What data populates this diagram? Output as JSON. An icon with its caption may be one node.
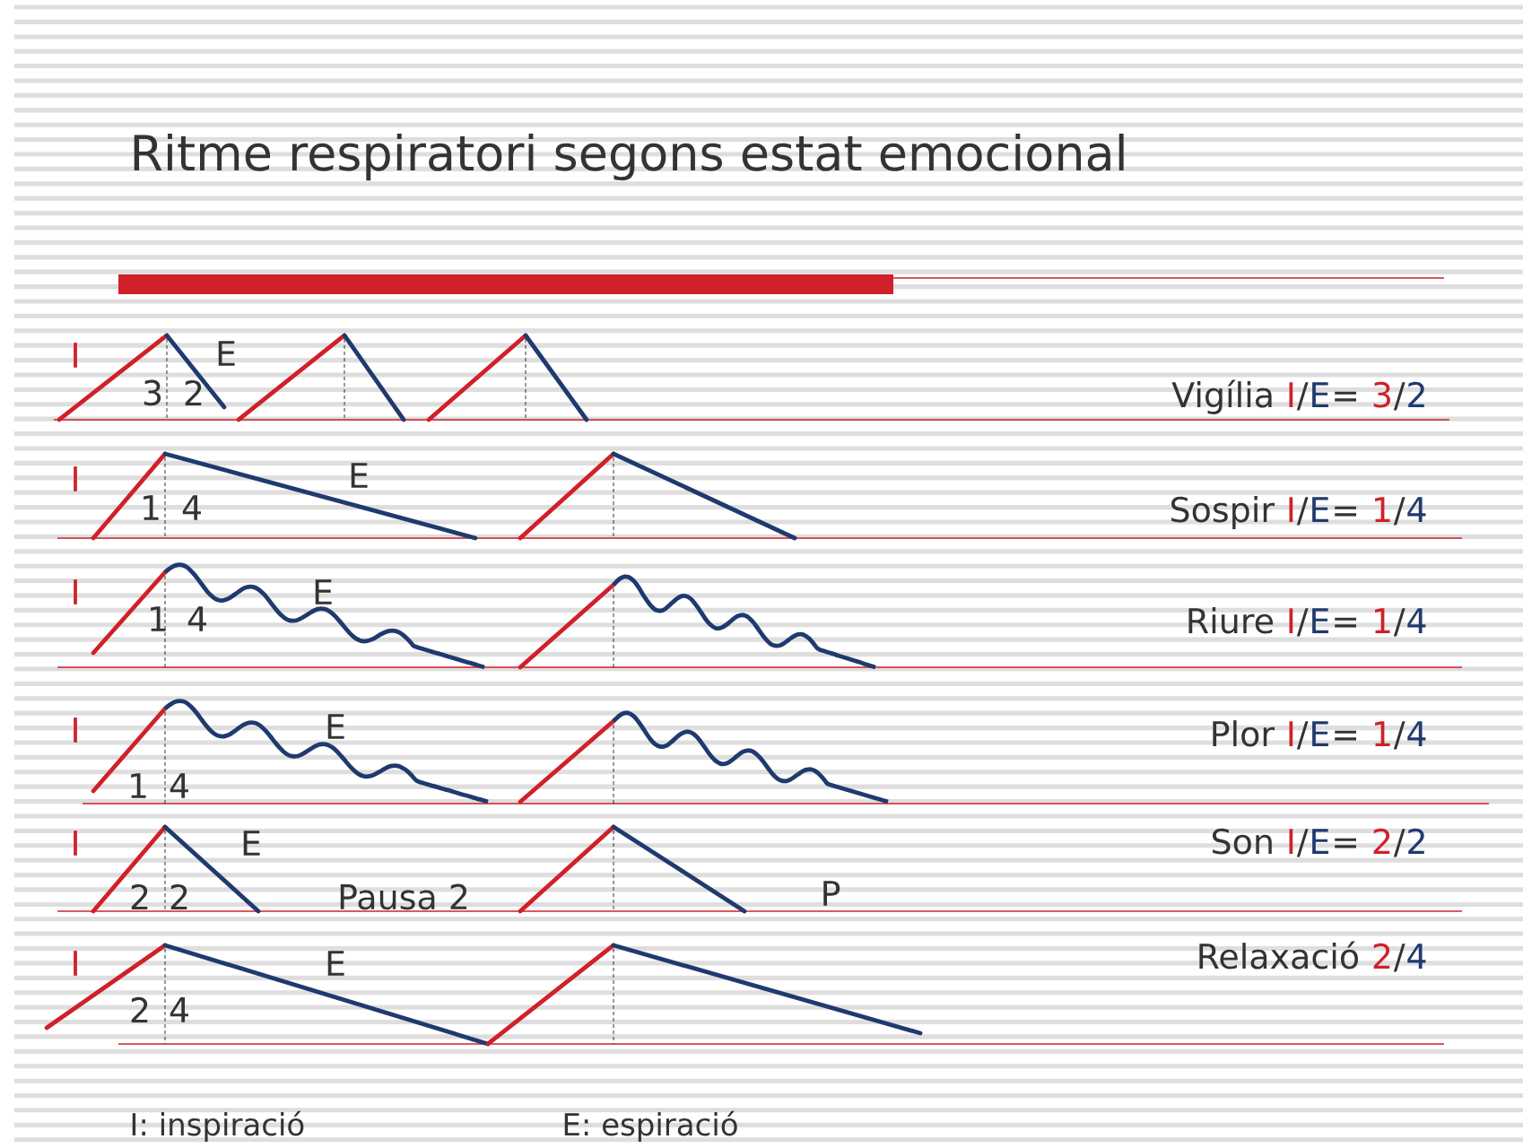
{
  "diagram": {
    "title": "Ritme respiratori segons estat emocional",
    "labels": [
      "I",
      "E",
      "3",
      "2",
      "Vigília",
      "I",
      "/",
      "E",
      "=",
      "3",
      "/",
      "2",
      "I",
      "E",
      "1",
      "4",
      "Sospir",
      "I",
      "/",
      "E",
      "=",
      "1",
      "/",
      "4",
      "I",
      "E",
      "1",
      "4",
      "Riure",
      "I",
      "/",
      "E",
      "=",
      "1",
      "/",
      "4",
      "I",
      "E",
      "1",
      "4",
      "Plor",
      "I",
      "/",
      "E",
      "=",
      "1",
      "/",
      "4",
      "I",
      "E",
      "2",
      "2",
      "Pausa 2",
      "P",
      "Son",
      "I",
      "/",
      "E",
      "=",
      "2",
      "/",
      "2",
      "I",
      "E",
      "2",
      "4",
      "Relaxació",
      "2",
      "/",
      "4",
      "I: inspiració",
      "E: espiració"
    ]
  }
}
